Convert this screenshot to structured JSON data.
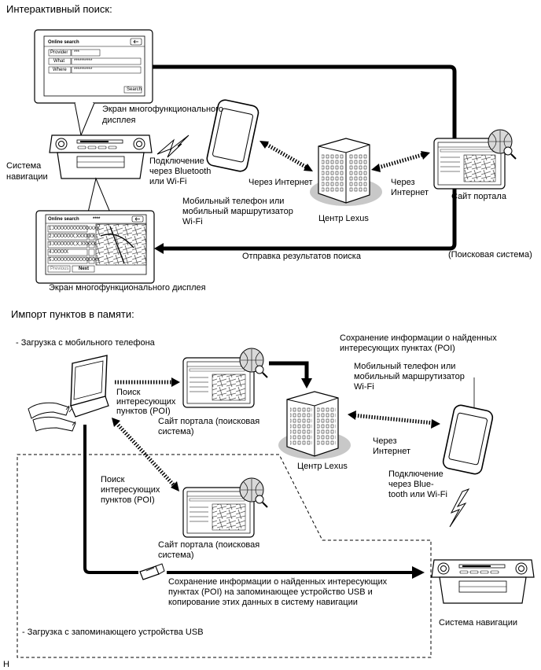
{
  "sections": {
    "online_search_title": "Интерактивный поиск:",
    "poi_import_title": "Импорт пунктов в памяти:",
    "mobile_download": "- Загрузка с мобильного телефона",
    "usb_download": "- Загрузка с запоминающего устройства USB"
  },
  "top": {
    "screen_top_label": [
      "Экран многофункционального",
      "дисплея"
    ],
    "nav_system": [
      "Система",
      "навигации"
    ],
    "bt_connect": [
      "Подключение",
      "через Bluetooth",
      "или Wi-Fi"
    ],
    "via_internet_left": "Через Интернет",
    "via_internet_right": [
      "Через",
      "Интернет"
    ],
    "mobile_phone": [
      "Мобильный телефон или",
      "мобильный маршрутизатор",
      "Wi-Fi"
    ],
    "lexus_center": "Центр Lexus",
    "portal_site": "Сайт портала",
    "send_results": "Отправка результатов поиска",
    "search_system": "(Поисковая система)",
    "screen_bottom_label": "Экран многофункционального дисплея"
  },
  "online_search_screen": {
    "title": "Online search",
    "rows": [
      {
        "label": "Provider",
        "value": "***"
      },
      {
        "label": "What",
        "value": "**********"
      },
      {
        "label": "Where",
        "value": "**********"
      }
    ],
    "search_button": "Search"
  },
  "results_screen": {
    "title": "Online search",
    "title_mask": "****",
    "items": [
      "1.XXXXXXXXXXXXXXX",
      "2.XXXXXXX,XXXXXX",
      "3.XXXXXXX,X,XXXXX",
      "4.XXXXX",
      "5.XXXXXXXXXXXXXXX"
    ],
    "previous": "Previous",
    "next": "Next"
  },
  "bottom": {
    "save_poi_info": [
      "Сохранение информации о найденных",
      "интересующих пунктах (POI)"
    ],
    "mobile_phone": [
      "Мобильный телефон или",
      "мобильный маршрутизатор",
      "Wi-Fi"
    ],
    "poi_search_1": [
      "Поиск",
      "интересующих",
      "пунктов (POI)"
    ],
    "portal_search_system_1": [
      "Сайт портала (поисковая",
      "система)"
    ],
    "via_internet": [
      "Через",
      "Интернет"
    ],
    "lexus_center": "Центр Lexus",
    "bt_connect": [
      "Подключение",
      "через Blue-",
      "tooth или Wi-Fi"
    ],
    "poi_search_2": [
      "Поиск",
      "интересующих",
      "пунктов (POI)"
    ],
    "portal_search_system_2": [
      "Сайт портала (поисковая",
      "система)"
    ],
    "usb_save": [
      "Сохранение информации о найденных интересующих",
      "пунктах (POI) на запоминающее устройство USB и",
      "копирование этих данных в систему навигации"
    ],
    "nav_system": "Система навигации"
  },
  "footer_code": "H"
}
